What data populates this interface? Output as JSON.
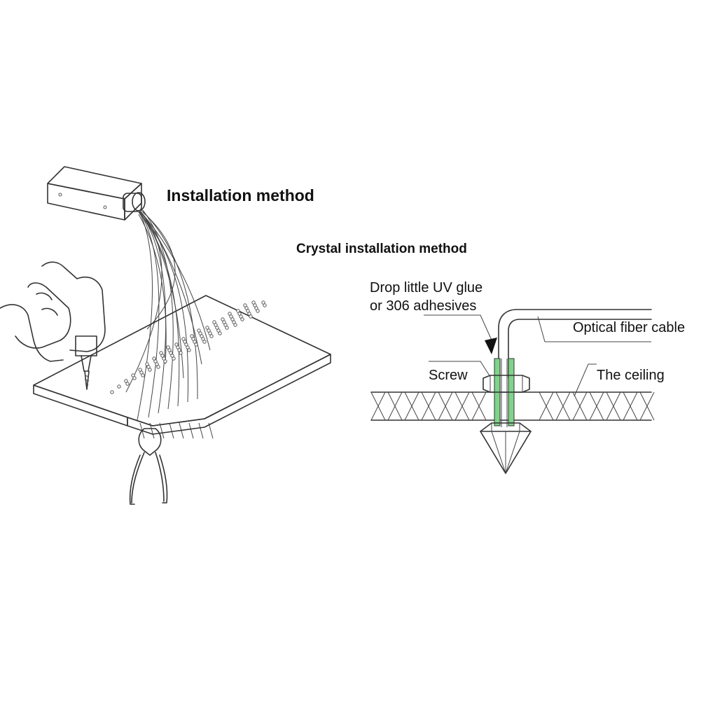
{
  "titles": {
    "main": "Installation method",
    "sub": "Crystal installation method"
  },
  "labels": {
    "glue_line1": "Drop little UV glue",
    "glue_line2": "or 306 adhesives",
    "optical_fiber": "Optical fiber cable",
    "screw": "Screw",
    "ceiling": "The ceiling"
  },
  "colors": {
    "glue": "#7fd48a",
    "line": "#333333",
    "background": "#ffffff"
  }
}
